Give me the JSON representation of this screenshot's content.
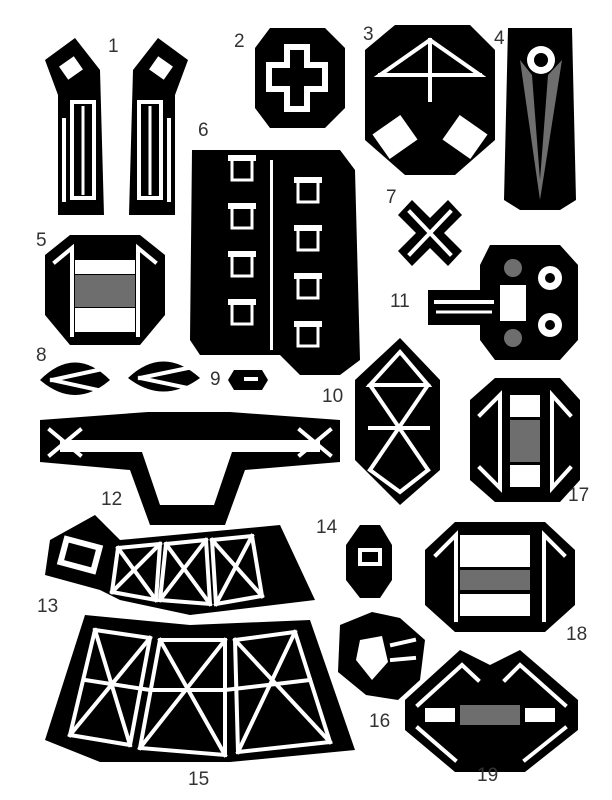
{
  "sheet": {
    "background": "#ffffff",
    "ink": "#000000",
    "label_color": "#333333",
    "tint": "#6e6e6e"
  },
  "parts": [
    {
      "id": "p1",
      "number": "1"
    },
    {
      "id": "p2",
      "number": "2"
    },
    {
      "id": "p3",
      "number": "3"
    },
    {
      "id": "p4",
      "number": "4"
    },
    {
      "id": "p5",
      "number": "5"
    },
    {
      "id": "p6",
      "number": "6"
    },
    {
      "id": "p7",
      "number": "7"
    },
    {
      "id": "p8",
      "number": "8"
    },
    {
      "id": "p9",
      "number": "9"
    },
    {
      "id": "p10",
      "number": "10"
    },
    {
      "id": "p11",
      "number": "11"
    },
    {
      "id": "p12",
      "number": "12"
    },
    {
      "id": "p13",
      "number": "13"
    },
    {
      "id": "p14",
      "number": "14"
    },
    {
      "id": "p15",
      "number": "15"
    },
    {
      "id": "p16",
      "number": "16"
    },
    {
      "id": "p17",
      "number": "17"
    },
    {
      "id": "p18",
      "number": "18"
    },
    {
      "id": "p19",
      "number": "19"
    }
  ]
}
